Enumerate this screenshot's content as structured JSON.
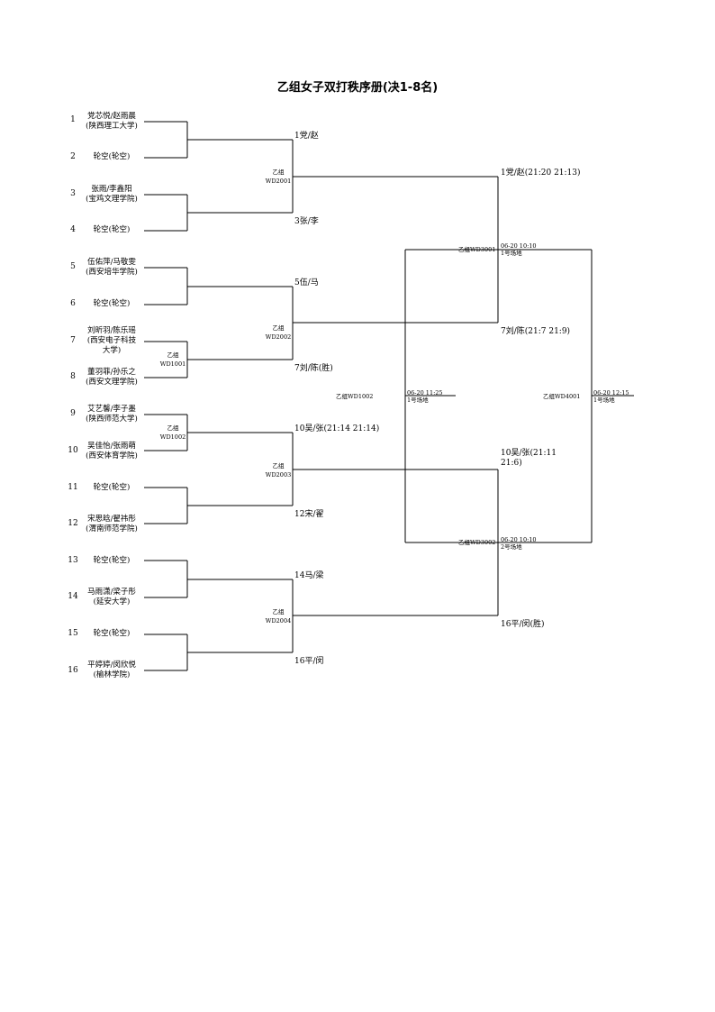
{
  "title": "乙组女子双打秩序册(决1-8名)",
  "entries": [
    {
      "num": "1",
      "l1": "党芯悦/赵雨晨",
      "l2": "(陕西理工大学)",
      "l3": ""
    },
    {
      "num": "2",
      "l1": "轮空(轮空)",
      "l2": "",
      "l3": ""
    },
    {
      "num": "3",
      "l1": "张雨/李鑫阳",
      "l2": "(宝鸡文理学院)",
      "l3": ""
    },
    {
      "num": "4",
      "l1": "轮空(轮空)",
      "l2": "",
      "l3": ""
    },
    {
      "num": "5",
      "l1": "伍佑萍/马敬雯",
      "l2": "(西安培华学院)",
      "l3": ""
    },
    {
      "num": "6",
      "l1": "轮空(轮空)",
      "l2": "",
      "l3": ""
    },
    {
      "num": "7",
      "l1": "刘昕羽/陈乐瑶",
      "l2": "(西安电子科技",
      "l3": "大学)"
    },
    {
      "num": "8",
      "l1": "董羽菲/孙乐之",
      "l2": "(西安文理学院)",
      "l3": ""
    },
    {
      "num": "9",
      "l1": "艾艺馨/李子墨",
      "l2": "(陕西师范大学)",
      "l3": ""
    },
    {
      "num": "10",
      "l1": "吴佳怡/张雨萌",
      "l2": "(西安体育学院)",
      "l3": ""
    },
    {
      "num": "11",
      "l1": "轮空(轮空)",
      "l2": "",
      "l3": ""
    },
    {
      "num": "12",
      "l1": "宋思晗/翟祎彤",
      "l2": "(渭南师范学院)",
      "l3": ""
    },
    {
      "num": "13",
      "l1": "轮空(轮空)",
      "l2": "",
      "l3": ""
    },
    {
      "num": "14",
      "l1": "马雨潇/梁子彤",
      "l2": "(延安大学)",
      "l3": ""
    },
    {
      "num": "15",
      "l1": "轮空(轮空)",
      "l2": "",
      "l3": ""
    },
    {
      "num": "16",
      "l1": "平婷婷/闵欣悦",
      "l2": "(榆林学院)",
      "l3": ""
    }
  ],
  "round1_winners": [
    "1党/赵",
    "3张/李",
    "5伍/马",
    "7刘/陈(胜)",
    "10吴/张(21:14 21:14)",
    "12宋/翟",
    "14马/梁",
    "16平/闵"
  ],
  "round2_winners": [
    "1党/赵(21:20 21:13)",
    "7刘/陈(21:7 21:9)",
    "10吴/张(21:11",
    "21:6)",
    "16平/闵(胜)"
  ],
  "matches": {
    "wd1001_a": "乙组",
    "wd1001_b": "WD1001",
    "wd1002_a": "乙组",
    "wd1002_b": "WD1002",
    "wd2001_a": "乙组",
    "wd2001_b": "WD2001",
    "wd2002_a": "乙组",
    "wd2002_b": "WD2002",
    "wd2003_a": "乙组",
    "wd2003_b": "WD2003",
    "wd2004_a": "乙组",
    "wd2004_b": "WD2004",
    "wd3001": "乙组WD3001",
    "wd3002": "乙组WD3002",
    "wd1002_alt": "乙组WD1002",
    "wd4001": "乙组WD4001"
  },
  "schedule": {
    "s3001_time": "06-20 10:10",
    "s3001_court": "1号场地",
    "s3002_time": "06-20 10:10",
    "s3002_court": "2号场地",
    "s1002_time": "06-20 11:25",
    "s1002_court": "1号场地",
    "s4001_time": "06-20 12:15",
    "s4001_court": "1号场地"
  }
}
